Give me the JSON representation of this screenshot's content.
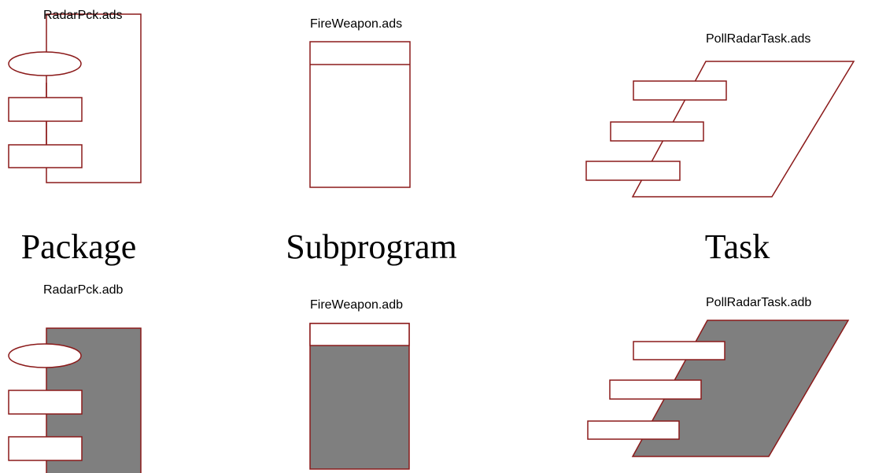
{
  "diagram": {
    "spec_row": {
      "package_file": "RadarPck.ads",
      "subprogram_file": "FireWeapon.ads",
      "task_file": "PollRadarTask.ads"
    },
    "categories": {
      "package": "Package",
      "subprogram": "Subprogram",
      "task": "Task"
    },
    "body_row": {
      "package_file": "RadarPck.adb",
      "subprogram_file": "FireWeapon.adb",
      "task_file": "PollRadarTask.adb"
    },
    "colors": {
      "stroke": "#8b1a1a",
      "body_fill": "#7f7f7f",
      "spec_fill": "#ffffff"
    }
  }
}
